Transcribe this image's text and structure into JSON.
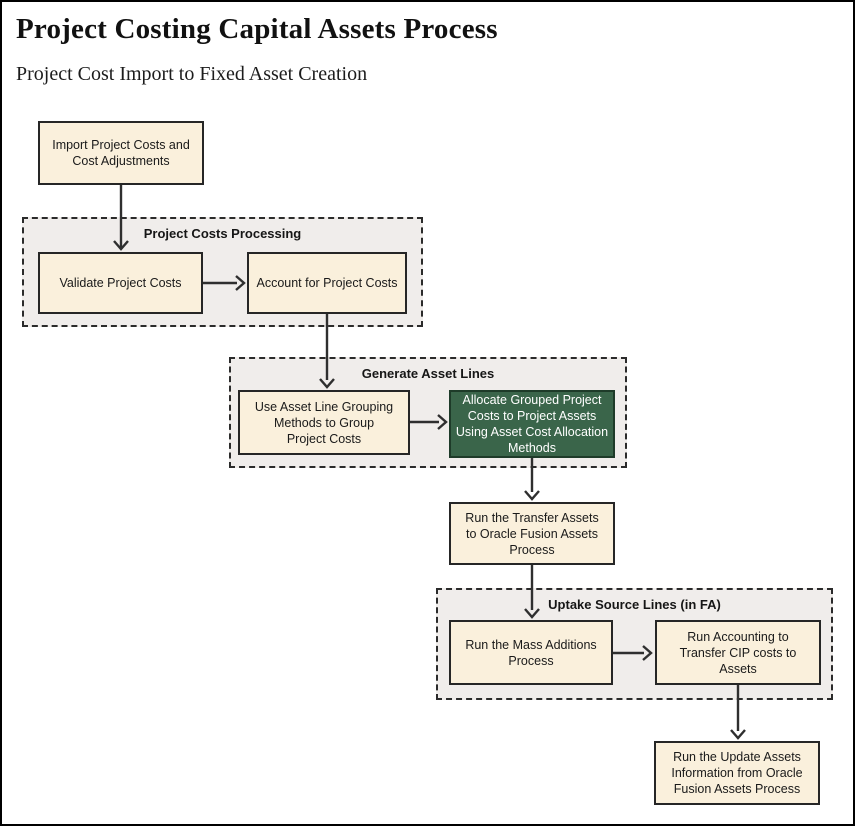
{
  "title": "Project Costing Capital Assets Process",
  "subtitle": "Project Cost Import to Fixed Asset Creation",
  "colors": {
    "page_bg": "#FFFFFF",
    "page_border": "#000000",
    "box_fill": "#FAF0DC",
    "box_border": "#262626",
    "box_text": "#1A1A1A",
    "group_fill": "#F0EDEB",
    "group_border": "#2B2B2B",
    "highlight_fill": "#3A654A",
    "highlight_border": "#1E3B29",
    "highlight_text": "#FFFFFF",
    "arrow": "#2F2F2F"
  },
  "groups": [
    {
      "label": "Project Costs Processing"
    },
    {
      "label": "Generate Asset Lines"
    },
    {
      "label": "Uptake Source Lines (in FA)"
    }
  ],
  "nodes": [
    {
      "label": "Import Project Costs and Cost Adjustments",
      "highlighted": false
    },
    {
      "label": "Validate Project Costs",
      "highlighted": false
    },
    {
      "label": "Account for Project Costs",
      "highlighted": false
    },
    {
      "label": "Use Asset Line Grouping Methods to Group Project Costs",
      "highlighted": false
    },
    {
      "label": "Allocate Grouped Project Costs to Project Assets Using Asset Cost Allocation Methods",
      "highlighted": true
    },
    {
      "label": "Run the Transfer Assets to Oracle Fusion Assets Process",
      "highlighted": false
    },
    {
      "label": "Run the Mass Additions Process",
      "highlighted": false
    },
    {
      "label": "Run Accounting to Transfer CIP costs to Assets",
      "highlighted": false
    },
    {
      "label": "Run the Update Assets Information from Oracle Fusion Assets Process",
      "highlighted": false
    }
  ]
}
